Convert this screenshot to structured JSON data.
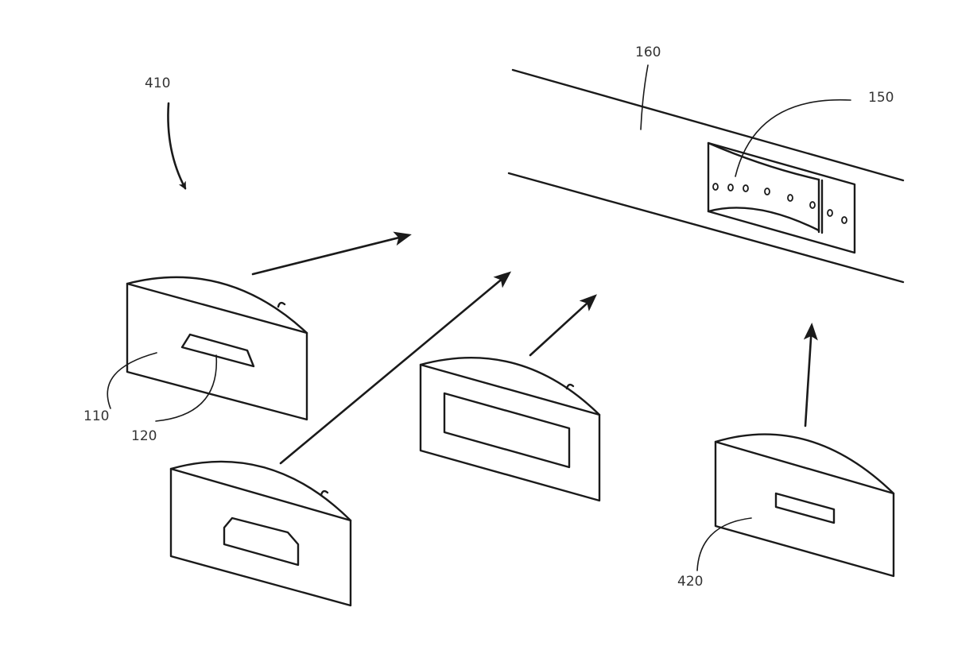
{
  "figure": {
    "reference_numerals": {
      "r410": "410",
      "r160": "160",
      "r150": "150",
      "r110": "110",
      "r120": "120",
      "r420": "420"
    },
    "colors": {
      "line": "#1a1a1a",
      "background": "#ffffff",
      "label": "#333333"
    },
    "parts": [
      "assembly-arrow-410",
      "beam-160",
      "fixture-150",
      "insert-110-with-slot-120",
      "insert-hex-window",
      "insert-large-window",
      "insert-420-small-slot"
    ]
  }
}
